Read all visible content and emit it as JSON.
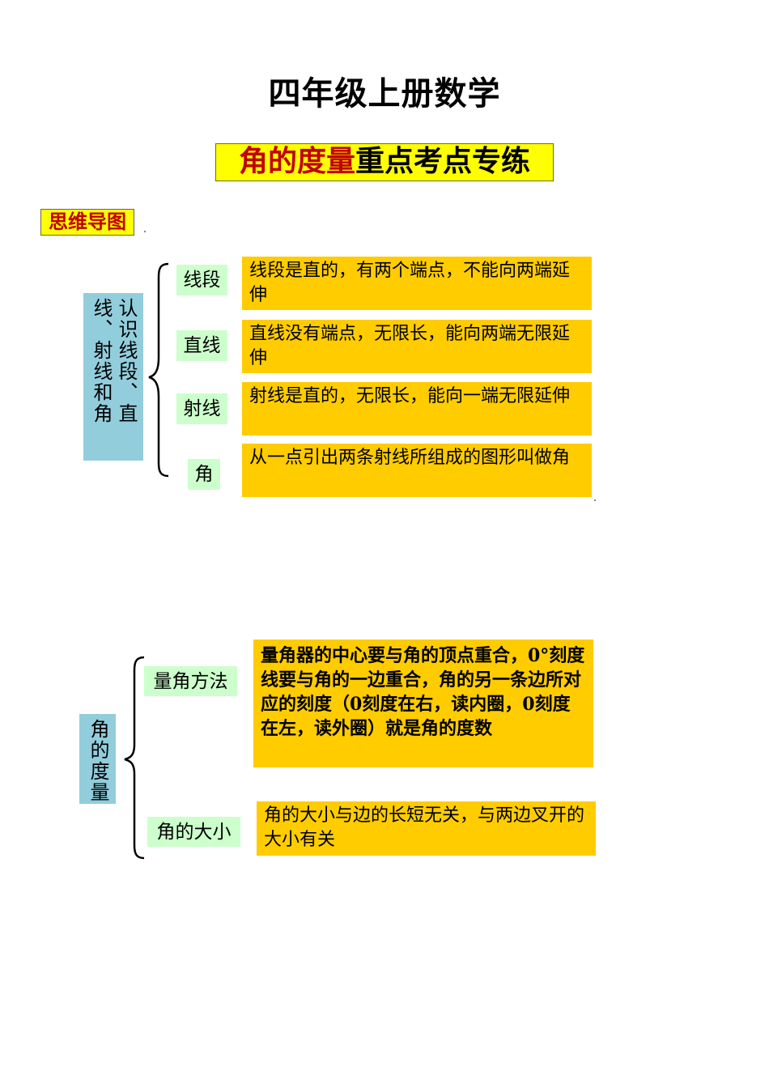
{
  "header": {
    "title": "四年级上册数学",
    "subtitle_red": "角的度量",
    "subtitle_black": "重点考点专练"
  },
  "section_label": "思维导图",
  "mindmap1": {
    "root": "认识线段、直线、射线和角",
    "branches": [
      {
        "label": "线段",
        "description": "线段是直的，有两个端点，不能向两端延伸"
      },
      {
        "label": "直线",
        "description": "直线没有端点，无限长，能向两端无限延伸"
      },
      {
        "label": "射线",
        "description": "射线是直的，无限长，能向一端无限延伸"
      },
      {
        "label": "角",
        "description": "从一点引出两条射线所组成的图形叫做角"
      }
    ]
  },
  "mindmap2": {
    "root": "角的度量",
    "branches": [
      {
        "label": "量角方法",
        "description": "量角器的中心要与角的顶点重合，0°刻度线要与角的一边重合，角的另一条边所对应的刻度（0刻度在右，读内圈，0刻度在左，读外圈）就是角的度数"
      },
      {
        "label": "角的大小",
        "description": "角的大小与边的长短无关，与两边叉开的大小有关"
      }
    ]
  },
  "colors": {
    "banner_bg": "#ffff00",
    "accent_red": "#c00000",
    "root_bg": "#92cddc",
    "node_bg": "#ccffcc",
    "desc_bg": "#ffcc00"
  }
}
